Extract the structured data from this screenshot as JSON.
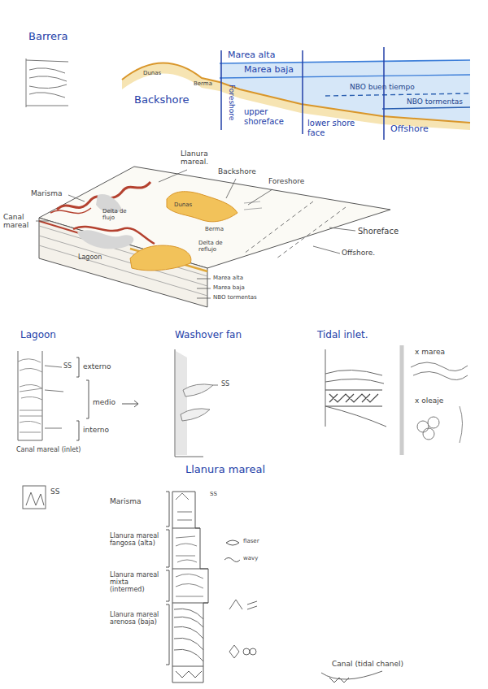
{
  "diagram": {
    "labels": [
      "Barrera",
      "Dunas",
      "Berma",
      "Marea alta",
      "Marea baja",
      "NBO buen tiempo",
      "NBO tormentas",
      "Backshore",
      "Foreshore",
      "upper shoreface",
      "lower shore face",
      "Offshore",
      "Llanura mareal.",
      "Marisma",
      "Canal mareal",
      "Delta de flujo",
      "Lagoon",
      "Dunas",
      "Backshore",
      "Foreshore",
      "Berma",
      "Shoreface",
      "Delta de reflujo",
      "Offshore.",
      "Marea alta",
      "Marea baja",
      "NBO tormentas",
      "Lagoon",
      "SS",
      "externo",
      "medio",
      "interno",
      "Canal mareal (inlet)",
      "Washover fan",
      "SS",
      "Tidal inlet.",
      "x marea",
      "x oleaje",
      "SS",
      "Llanura mareal",
      "Marisma",
      "SS",
      "Llanura mareal fangosa (alta)",
      "flaser",
      "Llanura mareal mixta (intermed)",
      "wavy",
      "Llanura mareal arenosa (baja)",
      "Canal (tidal chanel)"
    ]
  }
}
